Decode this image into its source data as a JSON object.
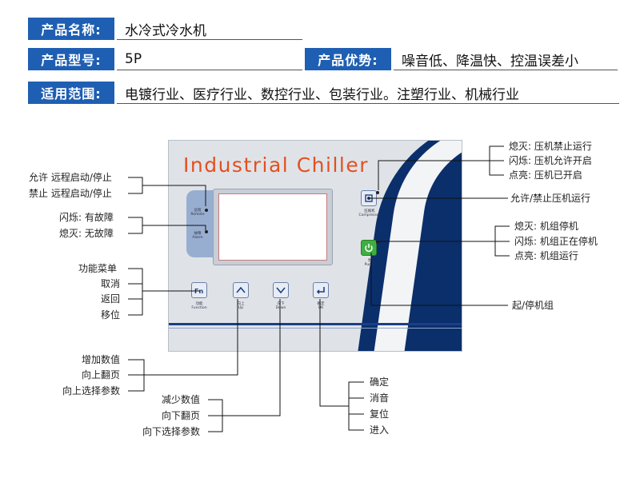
{
  "specs": {
    "name_label": "产品名称:",
    "name_value": "水冷式冷水机",
    "model_label": "产品型号:",
    "model_value": "5P",
    "advantage_label": "产品优势:",
    "advantage_value": "噪音低、降温快、控温误差小",
    "usage_label": "适用范围:",
    "usage_value": "电镀行业、医疗行业、数控行业、包装行业。注塑行业、机械行业"
  },
  "panel": {
    "brand": "Industrial  Chiller",
    "remote_label": "远程",
    "remote_sub": "Remote",
    "alarm_label": "故障",
    "alarm_sub": "Alarm",
    "compressor_label": "压缩机",
    "compressor_sub": "Compressor",
    "pump_label": "泵",
    "pump_sub": "Pump",
    "function_label": "功能",
    "function_sub": "Function",
    "up_label": "向上",
    "up_sub": "Up",
    "down_label": "向下",
    "down_sub": "Down",
    "ok_label": "确定",
    "ok_sub": "OK"
  },
  "callouts": {
    "remote_allow": "允许 远程启动/停止",
    "remote_forbid": "禁止 远程启动/停止",
    "alarm_flash": "闪烁: 有故障",
    "alarm_off": "熄灭: 无故障",
    "func_menu": "功能菜单",
    "func_cancel": "取消",
    "func_back": "返回",
    "func_shift": "移位",
    "up_inc": "增加数值",
    "up_page": "向上翻页",
    "up_select": "向上选择参数",
    "down_dec": "减少数值",
    "down_page": "向下翻页",
    "down_select": "向下选择参数",
    "ok_confirm": "确定",
    "ok_mute": "消音",
    "ok_reset": "复位",
    "ok_enter": "进入",
    "comp_off": "熄灭: 压机禁止运行",
    "comp_flash": "闪烁: 压机允许开启",
    "comp_on": "点亮: 压机已开启",
    "comp_allow": "允许/禁止压机运行",
    "pump_off": "熄灭: 机组停机",
    "pump_flash": "闪烁: 机组正在停机",
    "pump_on": "点亮: 机组运行",
    "pump_start": "起/停机组"
  },
  "colors": {
    "label_bg": "#1f5fb3",
    "brand_text": "#e3501f",
    "panel_navy": "#0b2f6b",
    "pump_green": "#3fae42"
  }
}
